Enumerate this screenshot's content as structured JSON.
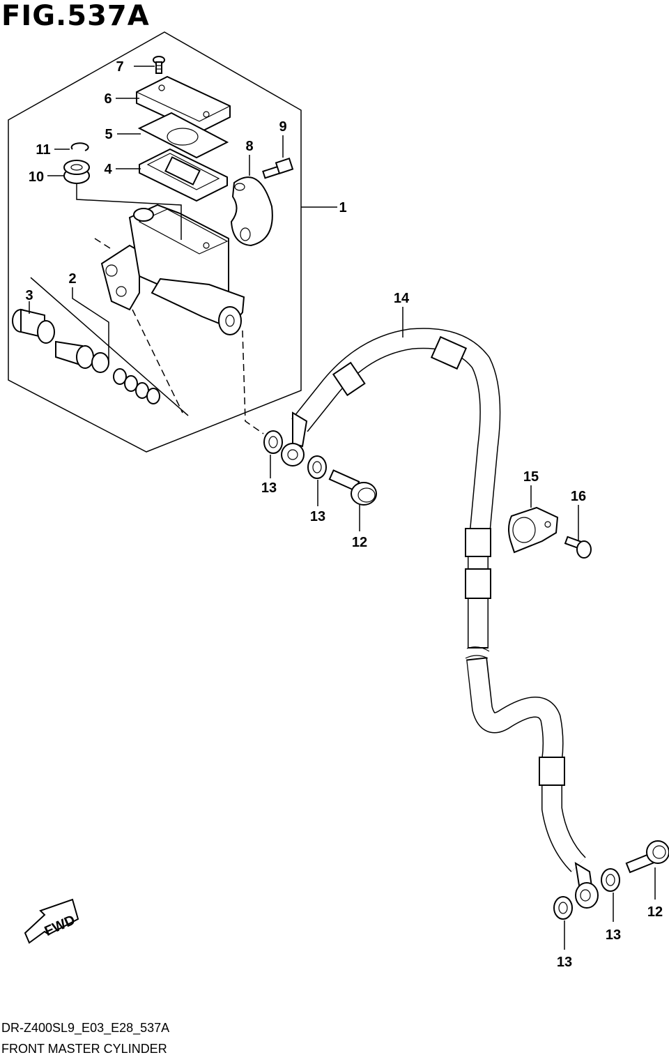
{
  "figure": {
    "title": "FIG.537A",
    "model_code": "DR-Z400SL9_E03_E28_537A",
    "caption": "FRONT MASTER CYLINDER",
    "fwd_label": "FWD"
  },
  "callouts": {
    "p1": "1",
    "p2": "2",
    "p3": "3",
    "p4": "4",
    "p5": "5",
    "p6": "6",
    "p7": "7",
    "p8": "8",
    "p9": "9",
    "p10": "10",
    "p11": "11",
    "p12a": "12",
    "p12b": "12",
    "p13a": "13",
    "p13b": "13",
    "p13c": "13",
    "p13d": "13",
    "p14": "14",
    "p15": "15",
    "p16": "16"
  }
}
